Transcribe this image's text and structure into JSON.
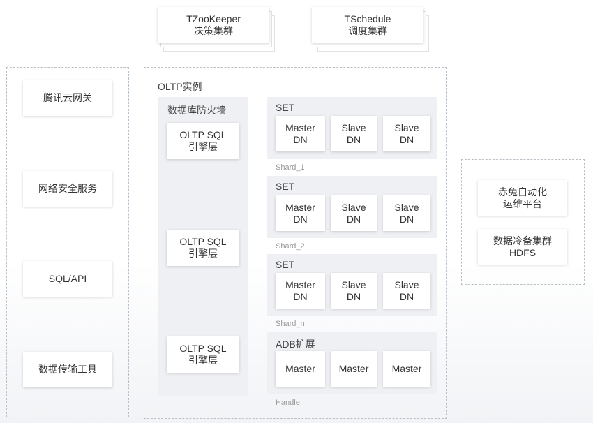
{
  "top": {
    "zookeeper": {
      "line1": "TZooKeeper",
      "line2": "决策集群"
    },
    "schedule": {
      "line1": "TSchedule",
      "line2": "调度集群"
    }
  },
  "left": {
    "items": [
      "腾讯云网关",
      "网络安全服务",
      "SQL/API",
      "数据传输工具"
    ]
  },
  "oltp": {
    "title": "OLTP实例",
    "firewall": "数据库防火墙",
    "engine": {
      "line1": "OLTP SQL",
      "line2": "引擎层"
    }
  },
  "shards": [
    {
      "title": "SET",
      "footer": "Shard_1",
      "nodes": [
        {
          "l1": "Master",
          "l2": "DN"
        },
        {
          "l1": "Slave",
          "l2": "DN"
        },
        {
          "l1": "Slave",
          "l2": "DN"
        }
      ]
    },
    {
      "title": "SET",
      "footer": "Shard_2",
      "nodes": [
        {
          "l1": "Master",
          "l2": "DN"
        },
        {
          "l1": "Slave",
          "l2": "DN"
        },
        {
          "l1": "Slave",
          "l2": "DN"
        }
      ]
    },
    {
      "title": "SET",
      "footer": "Shard_n",
      "nodes": [
        {
          "l1": "Master",
          "l2": "DN"
        },
        {
          "l1": "Slave",
          "l2": "DN"
        },
        {
          "l1": "Slave",
          "l2": "DN"
        }
      ]
    },
    {
      "title": "ADB扩展",
      "footer": "Handle",
      "nodes": [
        {
          "l1": "Master"
        },
        {
          "l1": "Master"
        },
        {
          "l1": "Master"
        }
      ]
    }
  ],
  "right": {
    "platform": {
      "line1": "赤兔自动化",
      "line2": "运维平台"
    },
    "hdfs": {
      "line1": "数据冷备集群",
      "line2": "HDFS"
    }
  }
}
